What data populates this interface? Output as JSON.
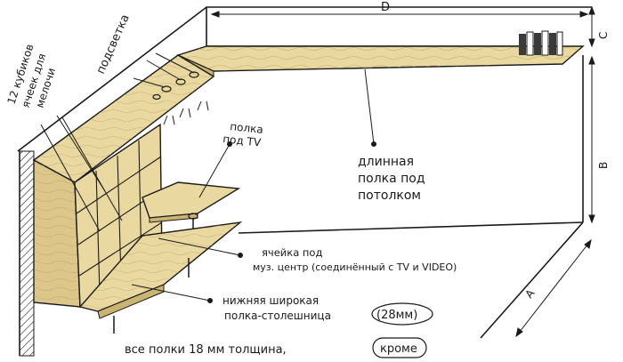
{
  "labels": {
    "cubbies": [
      "12 кубиков",
      "ячеек для",
      "мелочи"
    ],
    "backlight": "подсветка",
    "tv_shelf": [
      "полка",
      "под TV"
    ],
    "ceiling_shelf": [
      "длинная",
      "полка под",
      "потолком"
    ],
    "music_cell": [
      "ячейка под",
      "муз. центр (соединённый с TV и VIDEO)"
    ],
    "desk_shelf": [
      "нижняя широкая",
      "полка-столешница"
    ],
    "desk_thickness": "(28мм)",
    "footer_main": "все полки 18 мм толщина,",
    "footer_except": "кроме"
  },
  "dimensions": {
    "D": "D",
    "C": "C",
    "B": "B",
    "A": "A"
  },
  "colors": {
    "ink": "#1a1a1a",
    "wood": "#e9d9a0",
    "wood_dark": "#c9b472",
    "books": "#3a3a3a"
  }
}
